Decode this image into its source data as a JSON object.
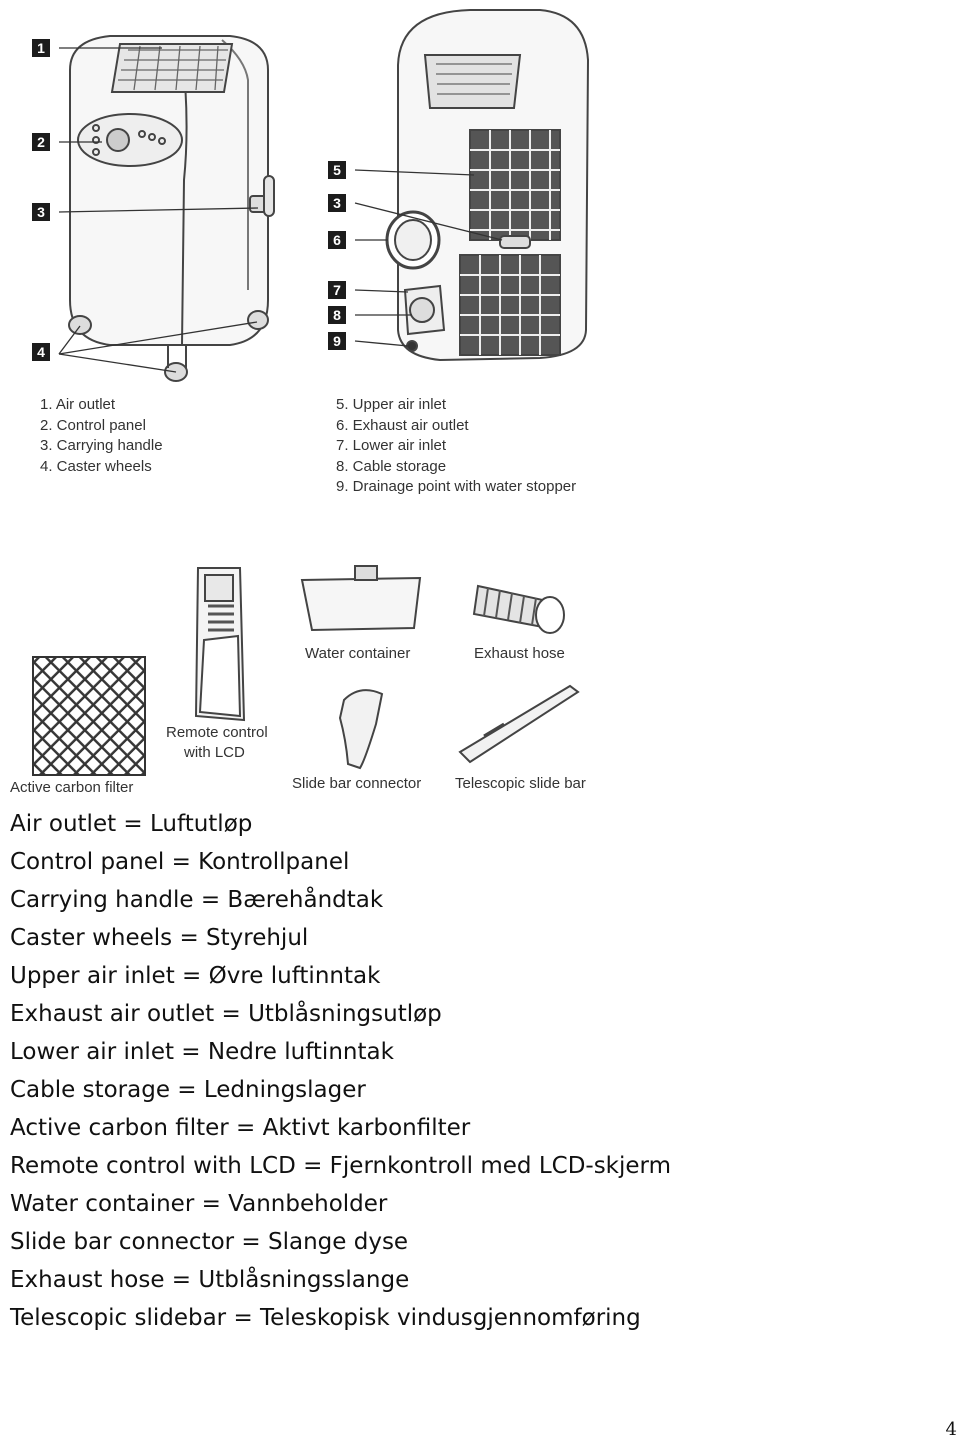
{
  "figure": {
    "callouts": [
      "1",
      "2",
      "3",
      "4",
      "5",
      "3",
      "6",
      "7",
      "8",
      "9"
    ],
    "legend_left": [
      "1. Air outlet",
      "2. Control panel",
      "3. Carrying handle",
      "4. Caster wheels"
    ],
    "legend_right": [
      "5. Upper air inlet",
      "6. Exhaust air outlet",
      "7. Lower air inlet",
      "8. Cable storage",
      "9. Drainage point with water stopper"
    ],
    "accessories": {
      "active_carbon_filter": "Active carbon filter",
      "remote_control": [
        "Remote control",
        "with LCD"
      ],
      "water_container": "Water container",
      "exhaust_hose": "Exhaust hose",
      "slide_bar_connector": "Slide bar connector",
      "telescopic_slide_bar": "Telescopic slide bar"
    }
  },
  "terms": [
    "Air outlet = Luftutløp",
    "Control panel = Kontrollpanel",
    "Carrying handle = Bærehåndtak",
    "Caster wheels = Styrehjul",
    "Upper air inlet = Øvre luftinntak",
    "Exhaust air outlet = Utblåsningsutløp",
    "Lower air inlet = Nedre luftinntak",
    "Cable storage = Ledningslager",
    "Active carbon filter = Aktivt karbonfilter",
    "Remote control with LCD = Fjernkontroll med LCD-skjerm",
    "Water container = Vannbeholder",
    "Slide bar connector = Slange dyse",
    "Exhaust hose = Utblåsningsslange",
    "Telescopic slidebar = Teleskopisk vindusgjennomføring"
  ],
  "page_number": "4"
}
